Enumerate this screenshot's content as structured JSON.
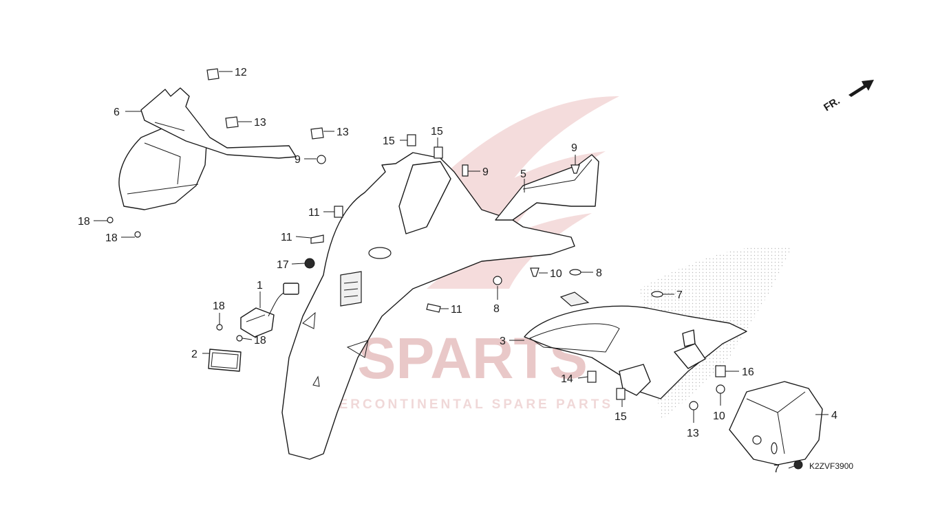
{
  "diagram": {
    "code": "K2ZVF3900",
    "direction_label": "FR.",
    "watermark": {
      "main": "IPSPARTS",
      "sub": "INTERCONTINENTAL SPARE PARTS"
    },
    "callouts": [
      "1",
      "2",
      "3",
      "4",
      "5",
      "6",
      "7",
      "7",
      "8",
      "8",
      "9",
      "9",
      "9",
      "10",
      "10",
      "11",
      "11",
      "11",
      "12",
      "13",
      "13",
      "13",
      "14",
      "15",
      "15",
      "15",
      "16",
      "17",
      "18",
      "18",
      "18",
      "18"
    ]
  },
  "colors": {
    "line": "#1a1a1a",
    "watermark": "#e9c8c8",
    "background": "#ffffff"
  }
}
